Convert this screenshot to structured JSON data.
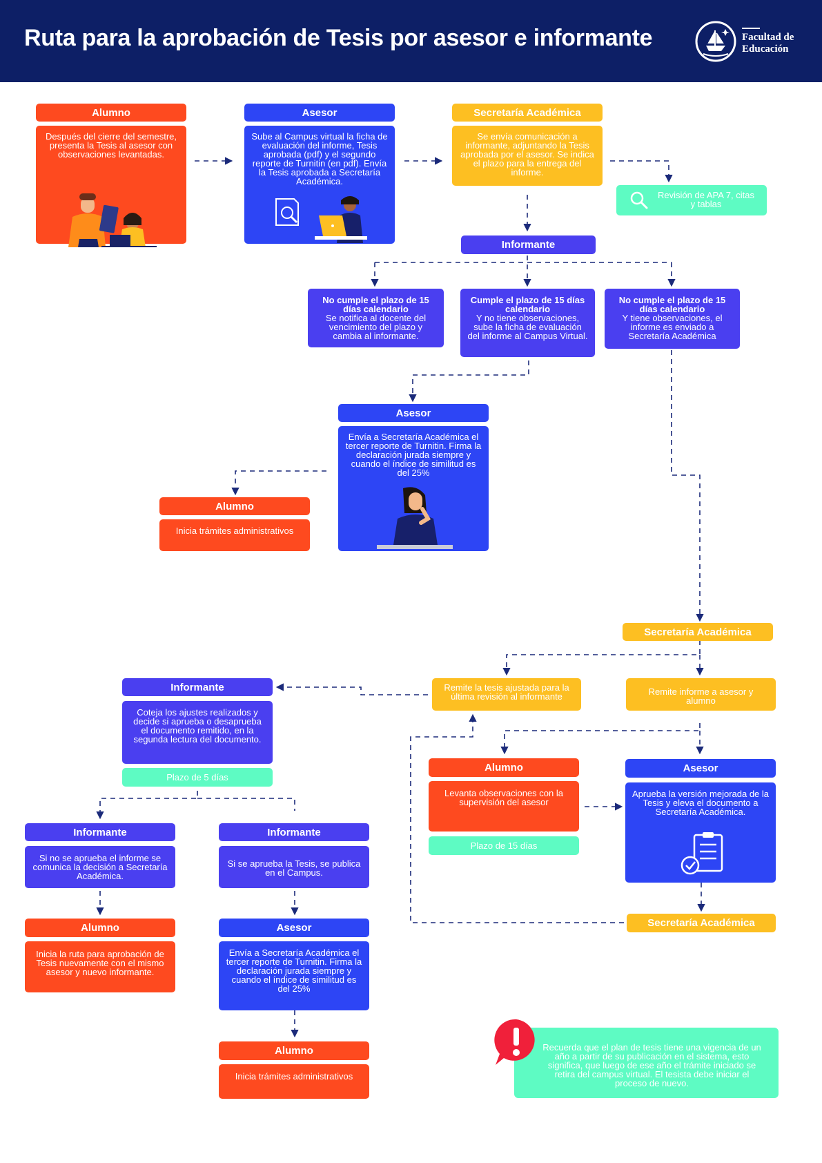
{
  "header": {
    "title": "Ruta para la aprobación de Tesis por asesor e informante",
    "logo_line1": "Facultad de",
    "logo_line2": "Educación"
  },
  "colors": {
    "navy": "#0d1f66",
    "orange": "#fe4a1f",
    "blue": "#2d45f5",
    "violet": "#4a3ff0",
    "yellow": "#fdbf22",
    "mint": "#5efbc3"
  },
  "flow": {
    "n1": {
      "title": "Alumno",
      "text": "Después del cierre del semestre, presenta la Tesis al asesor con observaciones levantadas."
    },
    "n2": {
      "title": "Asesor",
      "text": "Sube al Campus virtual la ficha de evaluación del informe, Tesis aprobada (pdf) y el segundo reporte de Turnitin (en pdf). Envía la Tesis aprobada a Secretaría Académica."
    },
    "n3": {
      "title": "Secretaría Académica",
      "text": "Se envía comunicación a informante, adjuntando la Tesis aprobada por el asesor. Se indica el plazo para la entrega del informe."
    },
    "apa": {
      "text": "Revisión de APA 7, citas y tablas"
    },
    "informante1": {
      "title": "Informante"
    },
    "optA": {
      "bold": "No cumple el plazo de 15 días calendario",
      "text": "Se notifica al docente del vencimiento del plazo y cambia al informante."
    },
    "optB": {
      "bold": "Cumple el plazo de 15 días calendario",
      "text": "Y no tiene observaciones, sube la ficha de evaluación del informe al Campus Virtual."
    },
    "optC": {
      "bold": "No cumple el plazo de 15 días calendario",
      "text": "Y tiene observaciones, el informe es enviado a Secretaría Académica"
    },
    "asesor2": {
      "title": "Asesor",
      "text": "Envía a Secretaría Académica el tercer reporte de Turnitin. Firma la declaración jurada siempre y cuando el índice de similitud es del 25%"
    },
    "alumno2": {
      "title": "Alumno",
      "text": "Inicia trámites administrativos"
    },
    "secre2": {
      "title": "Secretaría Académica"
    },
    "remite1": {
      "text": "Remite la tesis ajustada para la última revisión al informante"
    },
    "remite2": {
      "text": "Remite informe a asesor y alumno"
    },
    "informante2": {
      "title": "Informante",
      "text": "Coteja los ajustes realizados y decide si aprueba o desaprueba el documento remitido, en la segunda lectura del documento.",
      "plazo": "Plazo de 5 días"
    },
    "alumno3": {
      "title": "Alumno",
      "text": "Levanta observaciones con la supervisión del asesor",
      "plazo": "Plazo de 15 días"
    },
    "asesor3": {
      "title": "Asesor",
      "text": "Aprueba la versión mejorada de la Tesis y eleva el documento a Secretaría Académica."
    },
    "secre3": {
      "title": "Secretaría Académica"
    },
    "inf3": {
      "title": "Informante",
      "text": "Si no se aprueba el informe se comunica la decisión a Secretaría Académica."
    },
    "inf4": {
      "title": "Informante",
      "text": "Si se aprueba la Tesis, se publica en el Campus."
    },
    "alumno4": {
      "title": "Alumno",
      "text": "Inicia la ruta para aprobación de Tesis nuevamente con el mismo asesor y nuevo informante."
    },
    "asesor4": {
      "title": "Asesor",
      "text": "Envía a Secretaría Académica el tercer reporte de Turnitin. Firma la declaración jurada siempre y cuando el índice de similitud es del 25%"
    },
    "alumno5": {
      "title": "Alumno",
      "text": "Inicia trámites administrativos"
    }
  },
  "note": {
    "icon": "exclamation-icon",
    "text": "Recuerda que el plan de tesis tiene una vigencia de un año a partir de su publicación en el sistema, esto significa, que luego de ese año el trámite iniciado se retira del campus virtual. El tesista debe iniciar el proceso de nuevo."
  }
}
